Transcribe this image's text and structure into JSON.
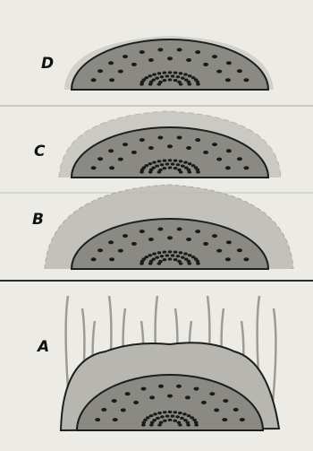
{
  "figure": {
    "panels": [
      {
        "label": "D"
      },
      {
        "label": "C"
      },
      {
        "label": "B"
      },
      {
        "label": "A"
      }
    ]
  },
  "colors": {
    "paper": "#ecebe6",
    "dome_fill": "#8a8983",
    "dome_outline": "#1e1e1c",
    "dots": "#1a1a18",
    "fringe": "#b9b8b2",
    "rule": "#2a2a28"
  }
}
